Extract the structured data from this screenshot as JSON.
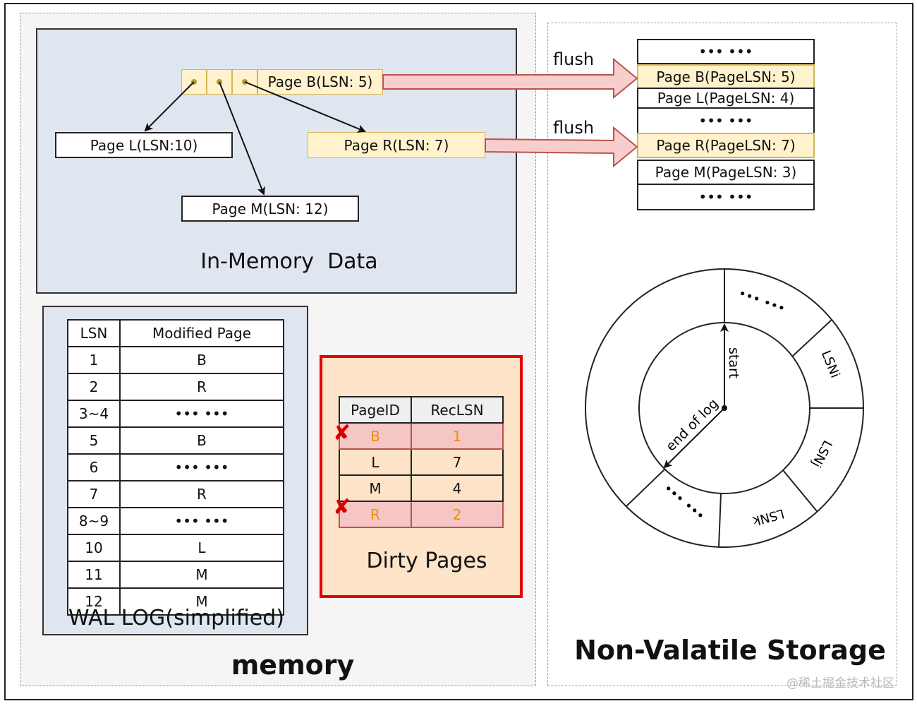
{
  "memory": {
    "label": "memory",
    "in_memory": {
      "title": "In-Memory  Data",
      "root_label": "Page B(LSN: 5)",
      "page_l": "Page L(LSN:10)",
      "page_r": "Page R(LSN: 7)",
      "page_m": "Page M(LSN: 12)"
    },
    "wal": {
      "title": "WAL LOG(simplified)",
      "headers": [
        "LSN",
        "Modified Page"
      ],
      "rows": [
        [
          "1",
          "B"
        ],
        [
          "2",
          "R"
        ],
        [
          "3~4",
          "••• •••"
        ],
        [
          "5",
          "B"
        ],
        [
          "6",
          "••• •••"
        ],
        [
          "7",
          "R"
        ],
        [
          "8~9",
          "••• •••"
        ],
        [
          "10",
          "L"
        ],
        [
          "11",
          "M"
        ],
        [
          "12",
          "M"
        ]
      ]
    },
    "dirty_pages": {
      "title": "Dirty Pages",
      "headers": [
        "PageID",
        "RecLSN"
      ],
      "rows": [
        {
          "page": "B",
          "rec": "1",
          "removed": true
        },
        {
          "page": "L",
          "rec": "7",
          "removed": false
        },
        {
          "page": "M",
          "rec": "4",
          "removed": false
        },
        {
          "page": "R",
          "rec": "2",
          "removed": true
        }
      ],
      "remove_mark": "✘"
    }
  },
  "storage": {
    "label": "Non-Valatile Storage",
    "flush_label_1": "flush",
    "flush_label_2": "flush",
    "stack": [
      "••• •••",
      "Page B(PageLSN: 5)",
      "Page L(PageLSN: 4)",
      "••• •••",
      "Page R(PageLSN: 7)",
      "Page M(PageLSN: 3)",
      "••• •••"
    ],
    "log_ring": {
      "start_label": "start",
      "end_label": "end of log",
      "segments": [
        "••• •••",
        "LSNi",
        "LSNj",
        "LSNk",
        "••• •••"
      ]
    }
  },
  "watermark": "@稀土掘金技术社区",
  "colors": {
    "highlight_yellow": "#fff2cc",
    "dirty_red": "#f5c6c6",
    "arrow_pink": "#f8cecc",
    "dirty_panel": "#fde3c8"
  }
}
